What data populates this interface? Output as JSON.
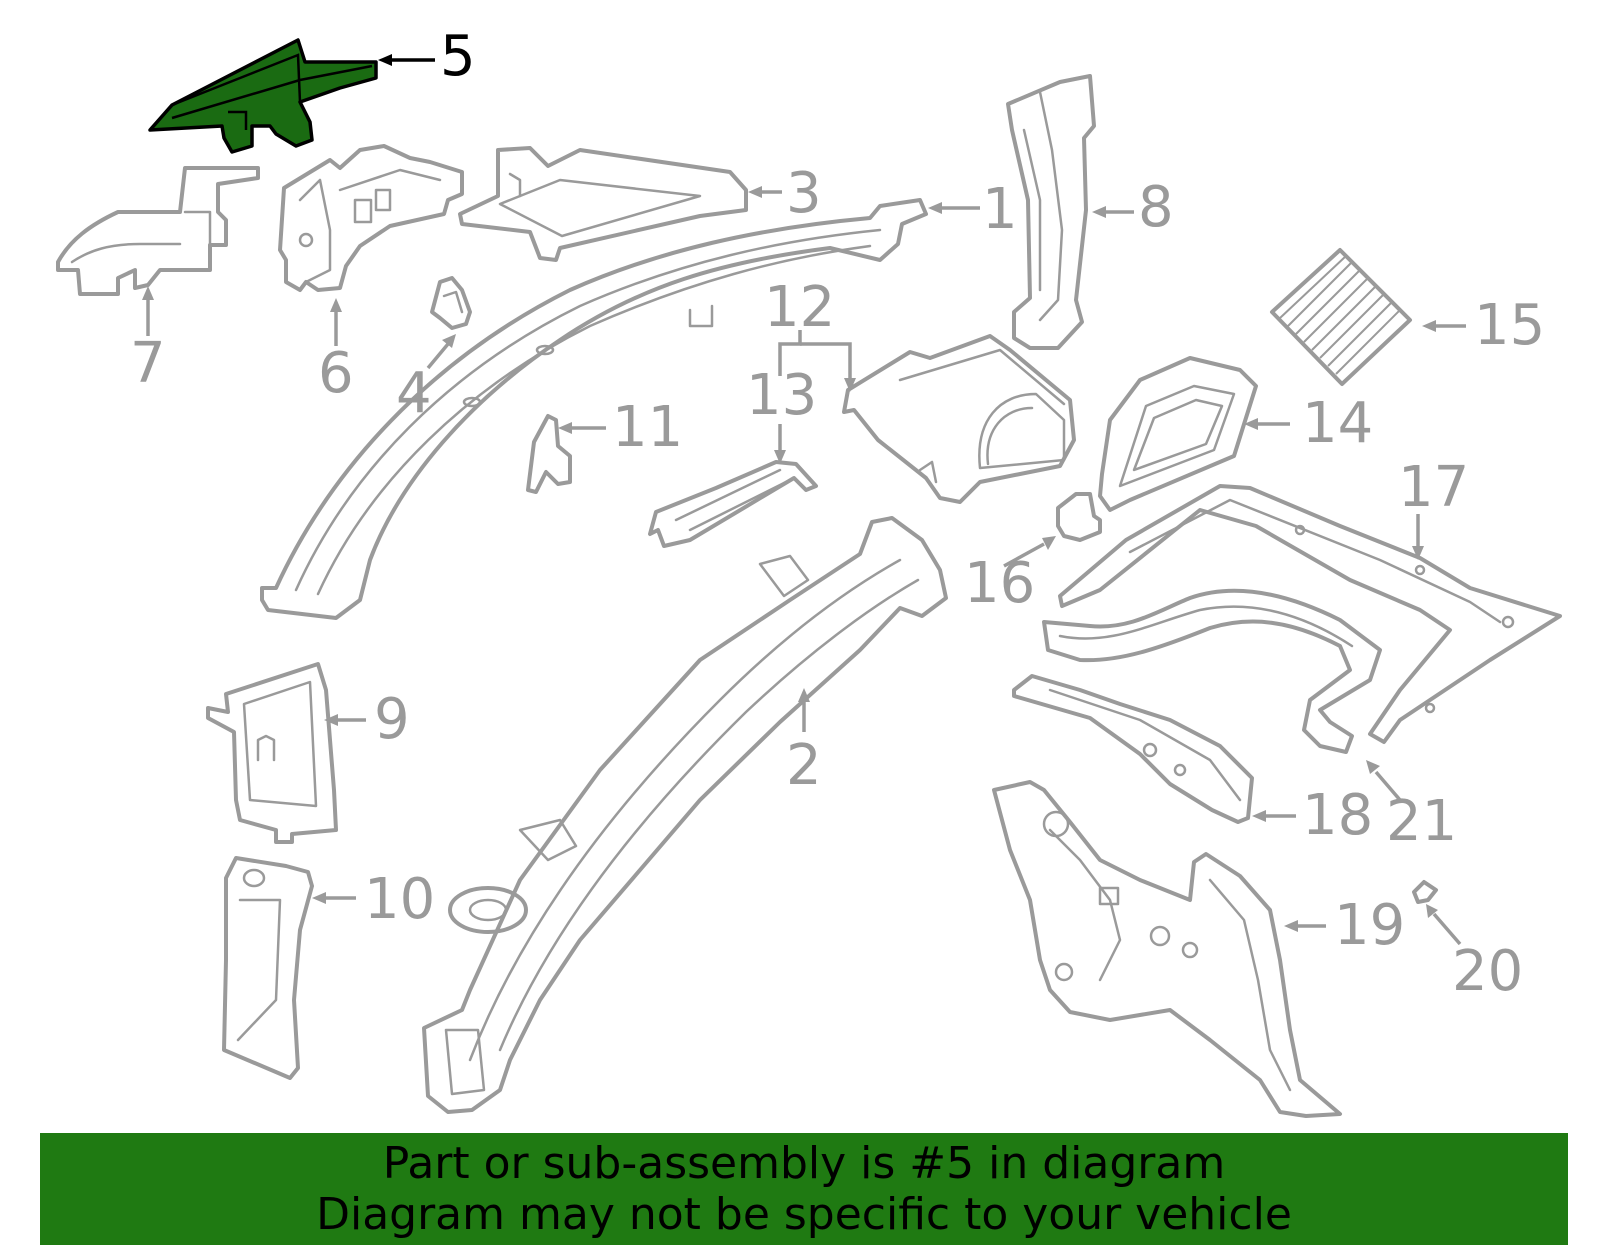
{
  "colors": {
    "highlight": "#1a6b12",
    "banner": "#1f7a12",
    "line": "#9a9a9a"
  },
  "highlighted_part": "5",
  "callouts": [
    "1",
    "2",
    "3",
    "4",
    "5",
    "6",
    "7",
    "8",
    "9",
    "10",
    "11",
    "12",
    "13",
    "14",
    "15",
    "16",
    "17",
    "18",
    "19",
    "20",
    "21"
  ],
  "banner": {
    "line1": "Part or sub-assembly is #5 in diagram",
    "line2": "Diagram may not be specific to your vehicle"
  }
}
